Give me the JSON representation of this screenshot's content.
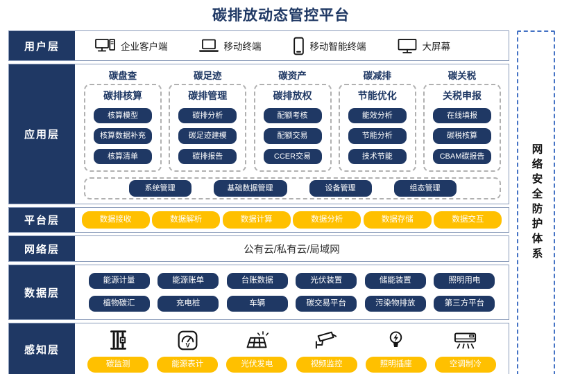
{
  "title": "碳排放动态管控平台",
  "colors": {
    "navy": "#1F3864",
    "gold": "#FFC000",
    "row_border": "#8799B8",
    "security_dash": "#4472C4"
  },
  "security_sidebar": {
    "label": "网络安全防护体系"
  },
  "layers": {
    "user": {
      "label": "用户层",
      "items": [
        {
          "icon": "desktop-pc-icon",
          "label": "企业客户端"
        },
        {
          "icon": "laptop-icon",
          "label": "移动终端"
        },
        {
          "icon": "smartphone-icon",
          "label": "移动智能终端"
        },
        {
          "icon": "big-screen-icon",
          "label": "大屏幕"
        }
      ]
    },
    "application": {
      "label": "应用层",
      "columns": [
        {
          "header": "碳盘查",
          "subheader": "碳排核算",
          "buttons": [
            "核算模型",
            "核算数据补充",
            "核算清单"
          ]
        },
        {
          "header": "碳足迹",
          "subheader": "碳排管理",
          "buttons": [
            "碳排分析",
            "碳足迹建模",
            "碳排报告"
          ]
        },
        {
          "header": "碳资产",
          "subheader": "碳排放权",
          "buttons": [
            "配额考核",
            "配额交易",
            "CCER交易"
          ]
        },
        {
          "header": "碳减排",
          "subheader": "节能优化",
          "buttons": [
            "能效分析",
            "节能分析",
            "技术节能"
          ]
        },
        {
          "header": "碳关税",
          "subheader": "关税申报",
          "buttons": [
            "在线填报",
            "碳税核算",
            "CBAM碳报告"
          ]
        }
      ],
      "management_buttons": [
        "系统管理",
        "基础数据管理",
        "设备管理",
        "组态管理"
      ]
    },
    "platform": {
      "label": "平台层",
      "buttons": [
        "数据接收",
        "数据解析",
        "数据计算",
        "数据分析",
        "数据存储",
        "数据交互"
      ]
    },
    "network": {
      "label": "网络层",
      "text": "公有云/私有云/局域网"
    },
    "data": {
      "label": "数据层",
      "rows": [
        [
          "能源计量",
          "能源账单",
          "台账数据",
          "光伏装置",
          "储能装置",
          "照明用电"
        ],
        [
          "植物碳汇",
          "充电桩",
          "车辆",
          "碳交易平台",
          "污染物排放",
          "第三方平台"
        ]
      ]
    },
    "perception": {
      "label": "感知层",
      "items": [
        {
          "icon": "carbon-monitor-icon",
          "label": "碳监测"
        },
        {
          "icon": "energy-meter-icon",
          "label": "能源表计"
        },
        {
          "icon": "solar-panel-icon",
          "label": "光伏发电"
        },
        {
          "icon": "cctv-camera-icon",
          "label": "视频监控"
        },
        {
          "icon": "light-socket-icon",
          "label": "照明插座"
        },
        {
          "icon": "air-conditioner-icon",
          "label": "空调制冷"
        }
      ]
    }
  }
}
